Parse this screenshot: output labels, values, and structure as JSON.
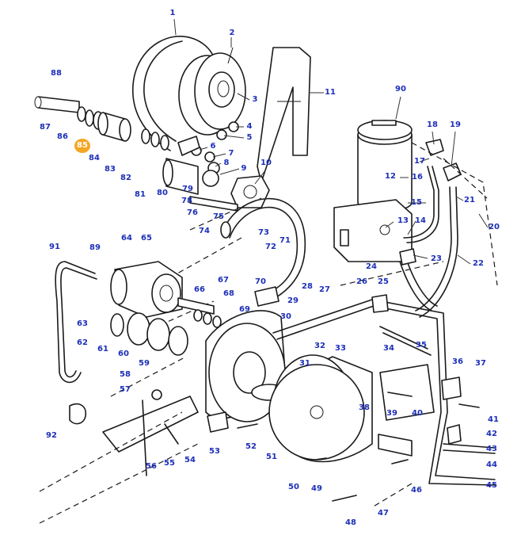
{
  "colors": {
    "callout_text": "#1d2fb8",
    "highlight": "#f5a623",
    "line_art": "#1a1a1a"
  },
  "highlighted_callout": "85",
  "callouts": [
    "1",
    "2",
    "3",
    "4",
    "5",
    "6",
    "7",
    "8",
    "9",
    "10",
    "11",
    "12",
    "13",
    "14",
    "15",
    "16",
    "17",
    "18",
    "19",
    "20",
    "21",
    "22",
    "23",
    "24",
    "25",
    "26",
    "27",
    "28",
    "29",
    "30",
    "31",
    "32",
    "33",
    "34",
    "35",
    "36",
    "37",
    "38",
    "39",
    "40",
    "41",
    "42",
    "43",
    "44",
    "45",
    "46",
    "47",
    "48",
    "49",
    "50",
    "51",
    "52",
    "53",
    "54",
    "55",
    "56",
    "57",
    "58",
    "59",
    "60",
    "61",
    "62",
    "63",
    "64",
    "65",
    "66",
    "67",
    "68",
    "69",
    "70",
    "71",
    "72",
    "73",
    "74",
    "75",
    "76",
    "78",
    "79",
    "80",
    "81",
    "82",
    "83",
    "84",
    "85",
    "86",
    "87",
    "88",
    "89",
    "90",
    "91",
    "92"
  ]
}
